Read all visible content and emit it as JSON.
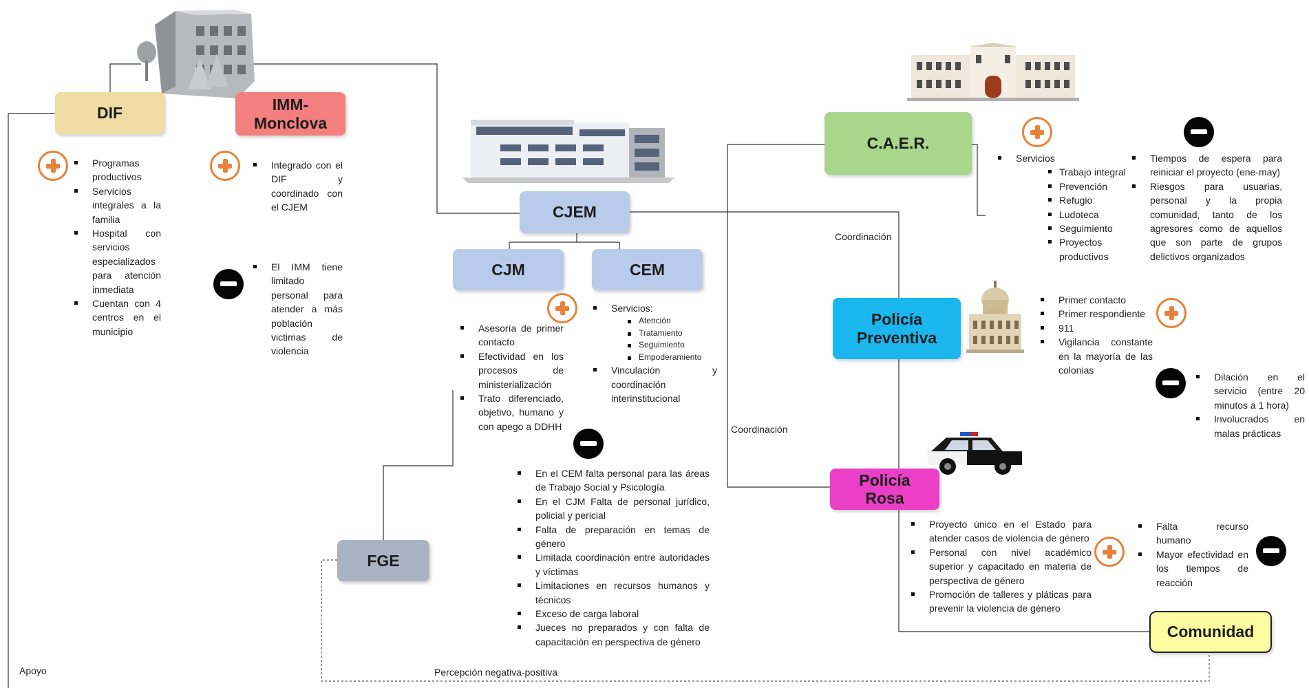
{
  "colors": {
    "dif": "#eedca4",
    "imm": "#f47f7f",
    "cjem": "#b9cbea",
    "cjm": "#b9cbea",
    "cem": "#b9cbea",
    "fge": "#aab3c4",
    "caer": "#a8d68b",
    "preventiva": "#1ab7ee",
    "rosa": "#ea3fc6",
    "comunidad": "#fcfca0",
    "plus": "#e8823a",
    "minus": "#050505",
    "line": "#333333"
  },
  "nodes": {
    "dif": "DIF",
    "imm": "IMM-\nMonclova",
    "cjem": "CJEM",
    "cjm": "CJM",
    "cem": "CEM",
    "fge": "FGE",
    "caer": "C.A.E.R.",
    "preventiva": "Policía\nPreventiva",
    "rosa": "Policía\nRosa",
    "comunidad": "Comunidad"
  },
  "icons": {
    "dif_building": "government-building-icon",
    "cjem_building": "office-building-icon",
    "caer_building": "palace-building-icon",
    "capitol": "capitol-building-icon",
    "police_car": "police-car-icon",
    "plus": "plus-circle-icon",
    "minus": "minus-circle-icon"
  },
  "dif": {
    "positive": [
      "Programas productivos",
      "Servicios integrales a la familia",
      "Hospital con servicios especializados para atención inmediata",
      "Cuentan con 4 centros en el municipio"
    ]
  },
  "imm": {
    "positive": [
      "Integrado con el DIF y coordinado con el CJEM"
    ],
    "negative": [
      "El IMM tiene limitado personal para atender a más población victimas de violencia"
    ]
  },
  "cjm": {
    "positive": [
      "Asesoría de primer contacto",
      "Efectividad en los procesos de ministerialización",
      "Trato diferenciado, objetivo, humano y con apego a DDHH"
    ]
  },
  "cem": {
    "services_label": "Servicios:",
    "services": [
      "Atención",
      "Tratamiento",
      "Seguimiento",
      "Empoderamiento"
    ],
    "other": "Vinculación y coordinación interinstitucional"
  },
  "cjem_negative": [
    "En el CEM falta personal para las áreas de Trabajo Social y Psicología",
    "En el CJM Falta de personal jurídico, policial y pericial",
    "Falta de preparación en temas de género",
    "Limitada coordinación entre autoridades y víctimas",
    "Limitaciones en recursos humanos y técnicos",
    "Exceso de carga laboral",
    "Jueces no preparados y con falta de capacitación en perspectiva de género"
  ],
  "caer": {
    "services_label": "Servicios",
    "services": [
      "Trabajo integral",
      "Prevención",
      "Refugio",
      "Ludoteca",
      "Seguimiento",
      "Proyectos productivos"
    ],
    "negative": [
      "Tiempos de espera para reiniciar el proyecto (ene-may)",
      "Riesgos para usuarias, personal y la propia comunidad, tanto de los agresores como de aquellos que son parte de grupos delictivos organizados"
    ]
  },
  "preventiva": {
    "positive": [
      "Primer contacto",
      "Primer respondiente",
      "911",
      "Vigilancia constante en la mayoría de las colonias"
    ],
    "negative": [
      "Dilación en el servicio (entre 20 minutos a 1 hora)",
      "Involucrados en malas prácticas"
    ]
  },
  "rosa": {
    "positive": [
      "Proyecto único en el Estado para atender casos de violencia de género",
      "Personal con nivel académico superior y capacitado en materia de perspectiva de género",
      "Promoción de talleres y pláticas para prevenir la violencia de género"
    ],
    "negative": [
      "Falta recurso humano",
      "Mayor efectividad en los tiempos de reacción"
    ]
  },
  "labels": {
    "coordinacion": "Coordinación",
    "apoyo": "Apoyo",
    "percepcion": "Percepción negativa-positiva"
  }
}
